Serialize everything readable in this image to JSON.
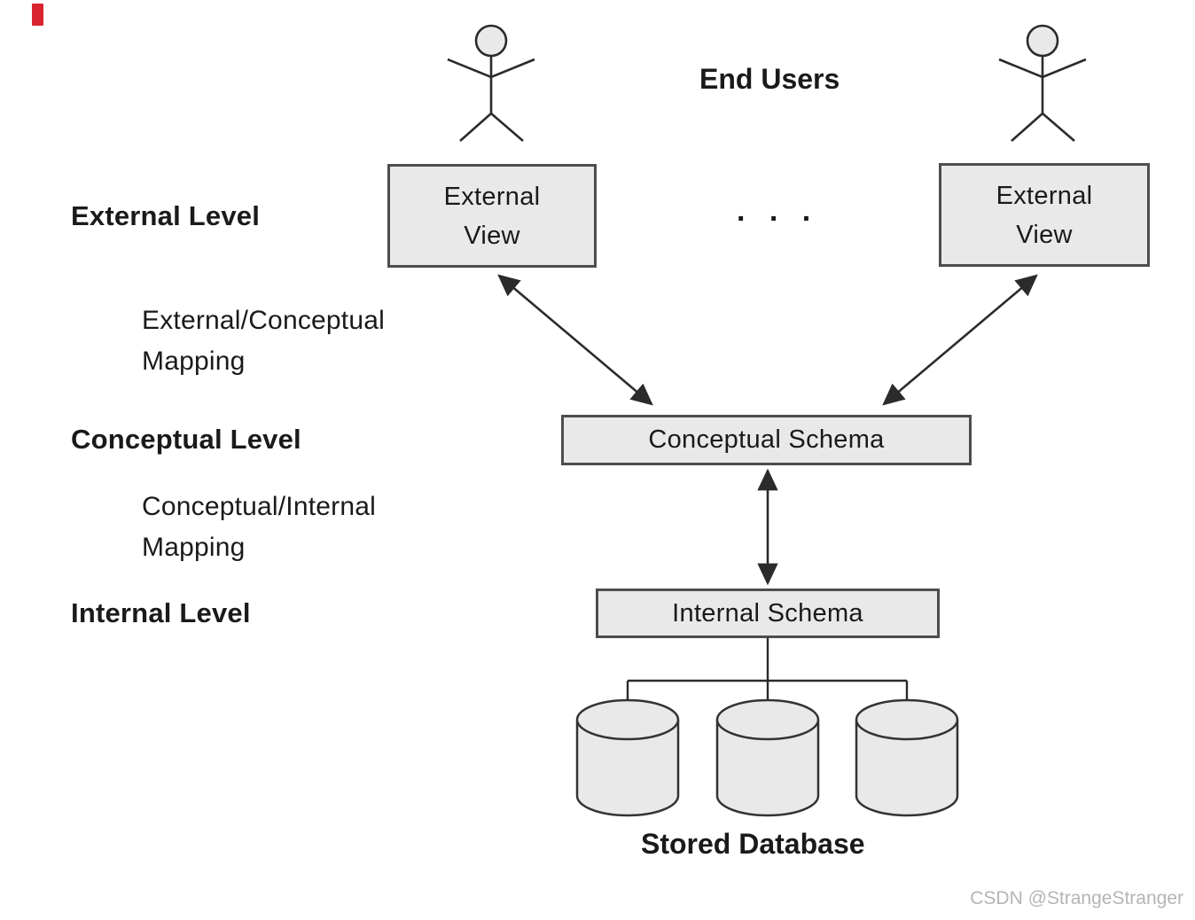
{
  "labels": {
    "end_users": "End Users",
    "external_level": "External Level",
    "conceptual_level": "Conceptual Level",
    "internal_level": "Internal Level",
    "stored_database": "Stored Database",
    "ellipsis": ". . ."
  },
  "mappings": {
    "external_conceptual": {
      "line1": "External/Conceptual",
      "line2": "Mapping"
    },
    "conceptual_internal": {
      "line1": "Conceptual/Internal",
      "line2": "Mapping"
    }
  },
  "boxes": {
    "external_view_left": {
      "line1": "External",
      "line2": "View"
    },
    "external_view_right": {
      "line1": "External",
      "line2": "View"
    },
    "conceptual_schema": {
      "label": "Conceptual Schema"
    },
    "internal_schema": {
      "label": "Internal Schema"
    }
  },
  "watermark": "CSDN @StrangeStranger",
  "colors": {
    "box_fill": "#e9e9e9",
    "box_border": "#4d4d4d",
    "line": "#2b2b2b",
    "text": "#1a1a1a",
    "watermark": "#b5b5b5",
    "accent_red": "#da2430"
  }
}
